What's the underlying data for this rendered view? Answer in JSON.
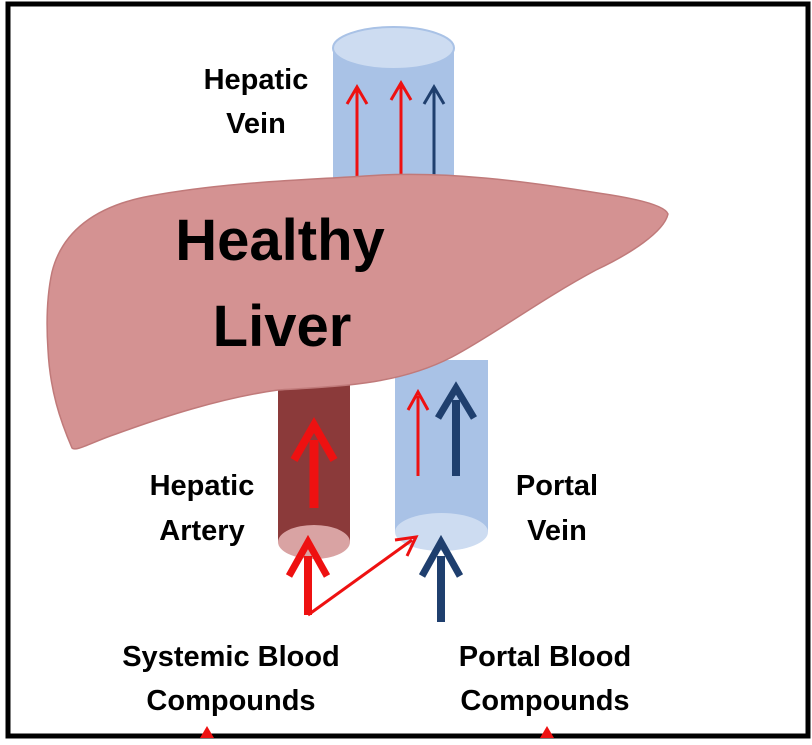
{
  "labels": {
    "title_line1": "Healthy",
    "title_line2": "Liver",
    "hepatic_vein_line1": "Hepatic",
    "hepatic_vein_line2": "Vein",
    "hepatic_artery_line1": "Hepatic",
    "hepatic_artery_line2": "Artery",
    "portal_vein_line1": "Portal",
    "portal_vein_line2": "Vein",
    "systemic_line1": "Systemic Blood",
    "systemic_line2": "Compounds",
    "portal_blood_line1": "Portal Blood",
    "portal_blood_line2": "Compounds"
  },
  "colors": {
    "liver": "#d49292",
    "liver_edge": "#c07a7a",
    "vein": "#a9c2e6",
    "vein_top": "#cddcf1",
    "artery": "#8b3a3a",
    "artery_top": "#d9a3a3",
    "arrow_red": "#ee1111",
    "arrow_navy": "#1f3f6e",
    "frame": "#000000"
  }
}
